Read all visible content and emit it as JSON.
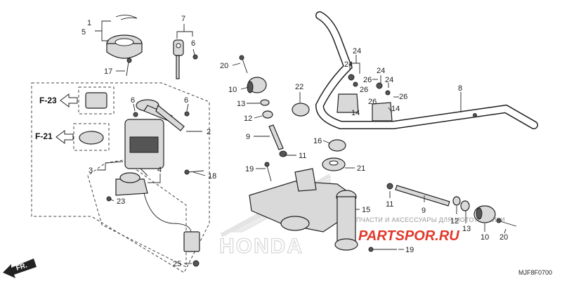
{
  "diagram": {
    "code": "MJF8F0700",
    "direction": "FR.",
    "refs": {
      "f23": "F-23",
      "f21": "F-21"
    },
    "labels": {
      "p1": "1",
      "p5": "5",
      "p17": "17",
      "p7": "7",
      "p6a": "6",
      "p6b": "6",
      "p6c": "6",
      "p2": "2",
      "p3": "3",
      "p4": "4",
      "p18": "18",
      "p23": "23",
      "p25": "25",
      "p20a": "20",
      "p10a": "10",
      "p13a": "13",
      "p12a": "12",
      "p9a": "9",
      "p11a": "11",
      "p19a": "19",
      "p22": "22",
      "p16": "16",
      "p21": "21",
      "p15": "15",
      "p24a": "24",
      "p24b": "24",
      "p24c": "24",
      "p24d": "24",
      "p26a": "26",
      "p26b": "26",
      "p26c": "26",
      "p26d": "26",
      "p14a": "14",
      "p14b": "14",
      "p8": "8",
      "p11b": "11",
      "p9b": "9",
      "p12b": "12",
      "p13b": "13",
      "p10b": "10",
      "p20b": "20",
      "p19b": "19"
    }
  },
  "watermark": {
    "line1": "ЗАПЧАСТИ И АКСЕССУАРЫ ДЛЯ МОТОТЕХНИКИ",
    "line2": "PARTSPOR.RU",
    "brand": "HONDA"
  }
}
